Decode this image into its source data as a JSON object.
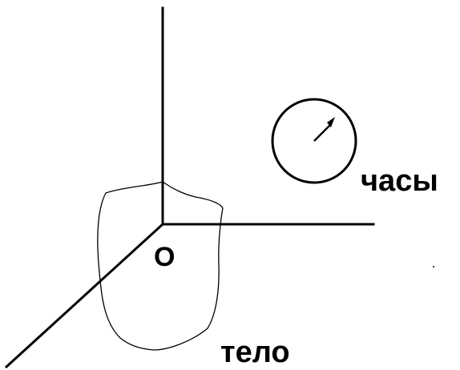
{
  "labels": {
    "origin": "O",
    "clock": "часы",
    "body": "тело"
  },
  "colors": {
    "ink": "#000000",
    "background": "#ffffff"
  }
}
